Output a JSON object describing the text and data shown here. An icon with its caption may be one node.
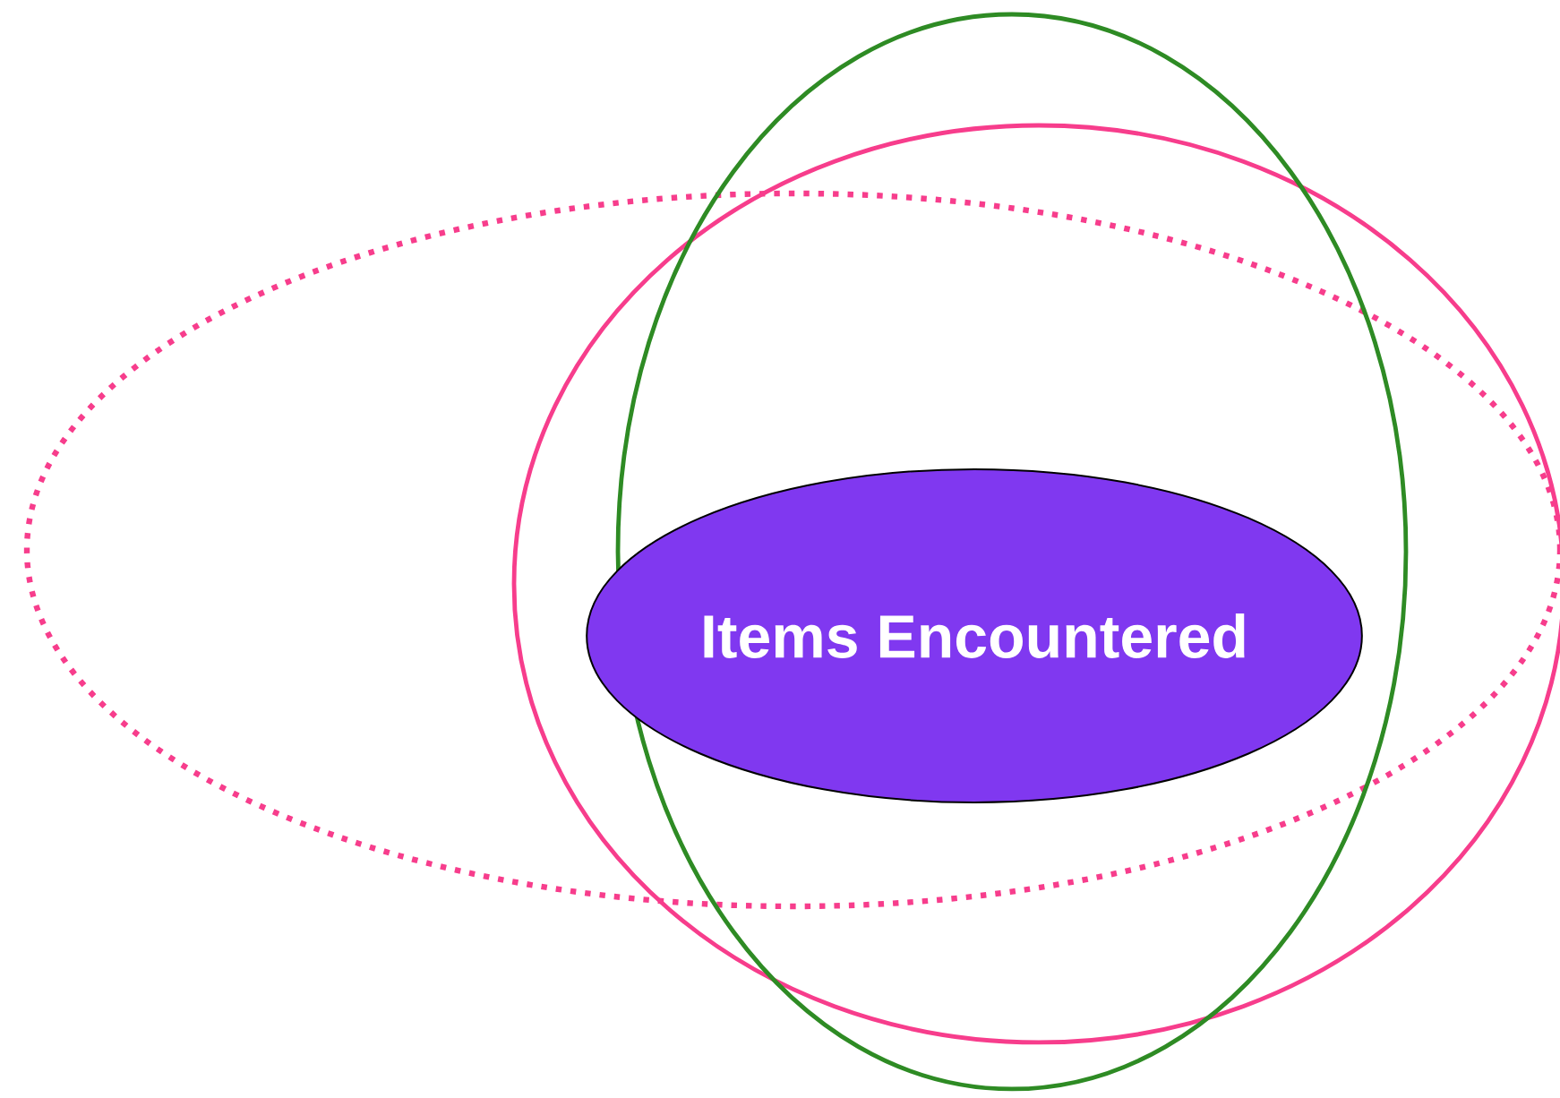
{
  "diagram": {
    "nodes": [
      {
        "text": [],
        "shape": "ellipse"
      },
      {
        "text": [],
        "shape": "ellipse"
      },
      {
        "text": [],
        "shape": "ellipse"
      },
      {
        "text": [
          "Items Encountered"
        ]
      }
    ]
  }
}
